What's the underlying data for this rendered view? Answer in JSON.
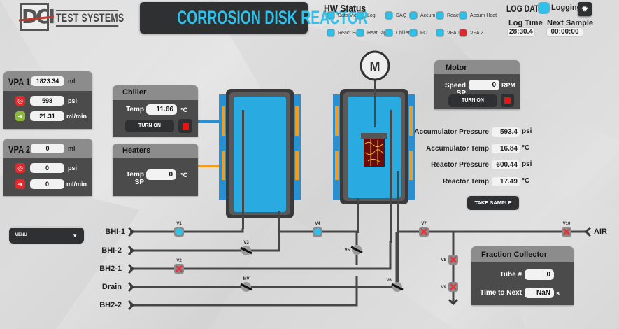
{
  "header": {
    "logo_mark": "DCI",
    "logo_text": "TEST SYSTEMS",
    "app_title": "CORROSION DISK REACTOR"
  },
  "hw_status": {
    "title": "HW Status",
    "items": [
      {
        "label": "Data View",
        "state": "ok"
      },
      {
        "label": "Log",
        "state": "ok"
      },
      {
        "label": "DAQ",
        "state": "ok"
      },
      {
        "label": "Accum P",
        "state": "ok"
      },
      {
        "label": "React P",
        "state": "ok"
      },
      {
        "label": "Accum Heat",
        "state": "ok"
      },
      {
        "label": "React Heat",
        "state": "ok"
      },
      {
        "label": "Heat Tape",
        "state": "ok"
      },
      {
        "label": "Chiller",
        "state": "ok"
      },
      {
        "label": "FC",
        "state": "ok"
      },
      {
        "label": "VPA 1",
        "state": "ok"
      },
      {
        "label": "VPA 2",
        "state": "error"
      }
    ],
    "colors": {
      "ok": "#2fc1ea",
      "error": "#e02a30"
    }
  },
  "log_data": {
    "title": "LOG DATA",
    "logging_label": "Logging",
    "settings_icon": "gear-icon",
    "log_time_label": "Log Time",
    "log_time_value": "28:30.4",
    "next_sample_label": "Next Sample",
    "next_sample_value": "00:00:00"
  },
  "vpa1": {
    "title": "VPA 1",
    "volume": "1823.34",
    "volume_unit": "ml",
    "pressure": "598",
    "pressure_unit": "psi",
    "flow": "21.31",
    "flow_unit": "ml/min",
    "pressure_icon": "gauge-icon",
    "flow_icon": "arrow-right-icon",
    "flow_icon_color": "#8cb83c"
  },
  "vpa2": {
    "title": "VPA 2",
    "volume": "0",
    "volume_unit": "ml",
    "pressure": "0",
    "pressure_unit": "psi",
    "flow": "0",
    "flow_unit": "ml/min",
    "pressure_icon": "gauge-icon",
    "flow_icon": "arrow-right-icon",
    "flow_icon_color": "#e02a30"
  },
  "chiller": {
    "title": "Chiller",
    "temp_label": "Temp",
    "temp_value": "11.66",
    "temp_unit": "°C",
    "button_label": "TURN ON"
  },
  "heaters": {
    "title": "Heaters",
    "temp_sp_label": "Temp SP",
    "temp_sp_value": "0",
    "temp_sp_unit": "°C"
  },
  "motor": {
    "title": "Motor",
    "speed_label": "Speed SP",
    "speed_value": "0",
    "speed_unit": "RPM",
    "button_label": "TURN ON",
    "symbol": "M"
  },
  "readouts": [
    {
      "label": "Accumulator Pressure",
      "value": "593.4",
      "unit": "psi"
    },
    {
      "label": "Accumulator Temp",
      "value": "16.84",
      "unit": "°C"
    },
    {
      "label": "Reactor Pressure",
      "value": "600.44",
      "unit": "psi"
    },
    {
      "label": "Reactor Temp",
      "value": "17.49",
      "unit": "°C"
    }
  ],
  "take_sample_label": "TAKE SAMPLE",
  "menu": {
    "label": "MENU"
  },
  "lines": {
    "inlets": [
      "BHI-1",
      "BHI-2",
      "BH2-1",
      "Drain",
      "BH2-2"
    ],
    "air": "AIR"
  },
  "valves": [
    {
      "id": "V1",
      "state": "open"
    },
    {
      "id": "V2",
      "state": "closed"
    },
    {
      "id": "V3",
      "state": "manual"
    },
    {
      "id": "V4",
      "state": "open"
    },
    {
      "id": "V5",
      "state": "manual"
    },
    {
      "id": "V6",
      "state": "manual"
    },
    {
      "id": "V7",
      "state": "closed"
    },
    {
      "id": "V8",
      "state": "closed"
    },
    {
      "id": "V9",
      "state": "closed"
    },
    {
      "id": "V10",
      "state": "closed"
    },
    {
      "id": "MV",
      "state": "manual"
    }
  ],
  "fraction_collector": {
    "title": "Fraction Collector",
    "tube_label": "Tube #",
    "tube_value": "0",
    "time_label": "Time to Next",
    "time_value": "NaN",
    "time_unit": "s"
  }
}
